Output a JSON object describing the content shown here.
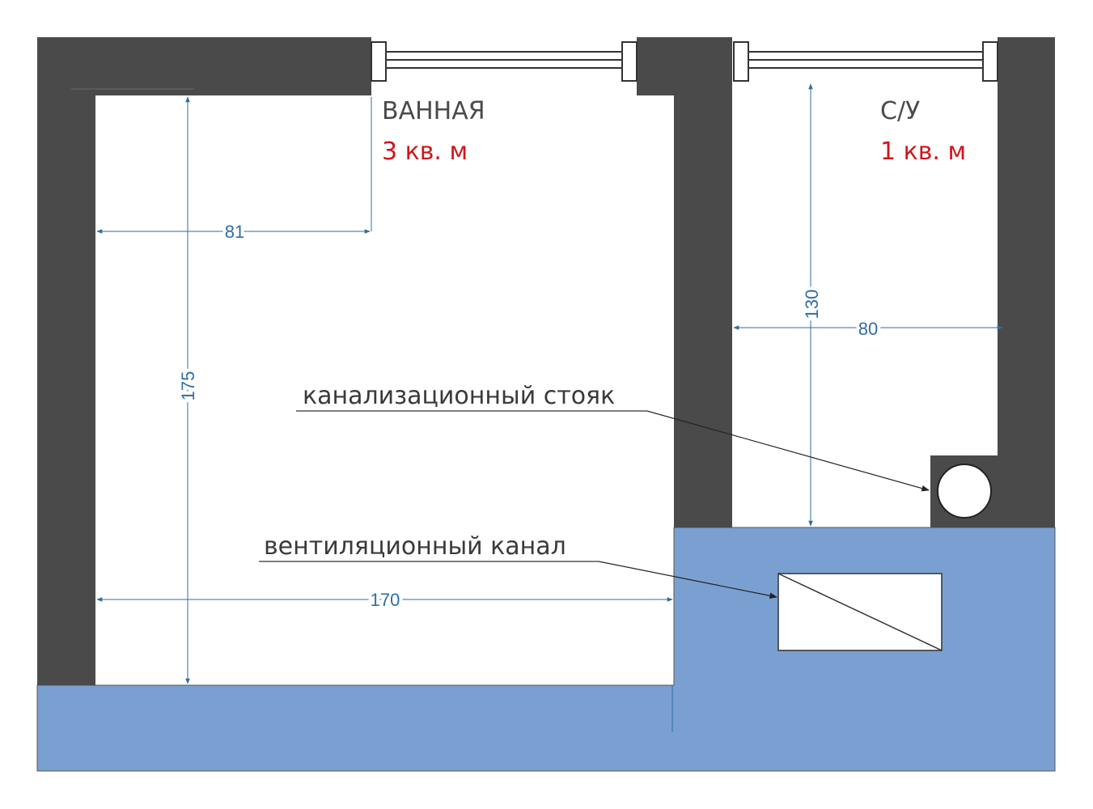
{
  "colors": {
    "wall": "#4a4a4a",
    "floor_zone": "#7aa0d2",
    "dimension": "#2f6da3",
    "area_text": "#d0151b",
    "label_text": "#4a4a4a"
  },
  "rooms": {
    "bathroom": {
      "name": "ВАННАЯ",
      "area": "3 кв. м"
    },
    "toilet": {
      "name": "С/У",
      "area": "1 кв. м"
    }
  },
  "dimensions": {
    "bath_depth": "175",
    "bath_half_width": "81",
    "bath_width": "170",
    "toilet_depth": "130",
    "toilet_width": "80"
  },
  "callouts": {
    "sewer_riser": "канализационный стояк",
    "vent_duct": "вентиляционный канал"
  },
  "icons": {
    "window": "window-icon",
    "riser": "sewer-pipe-icon",
    "vent": "vent-duct-icon"
  }
}
